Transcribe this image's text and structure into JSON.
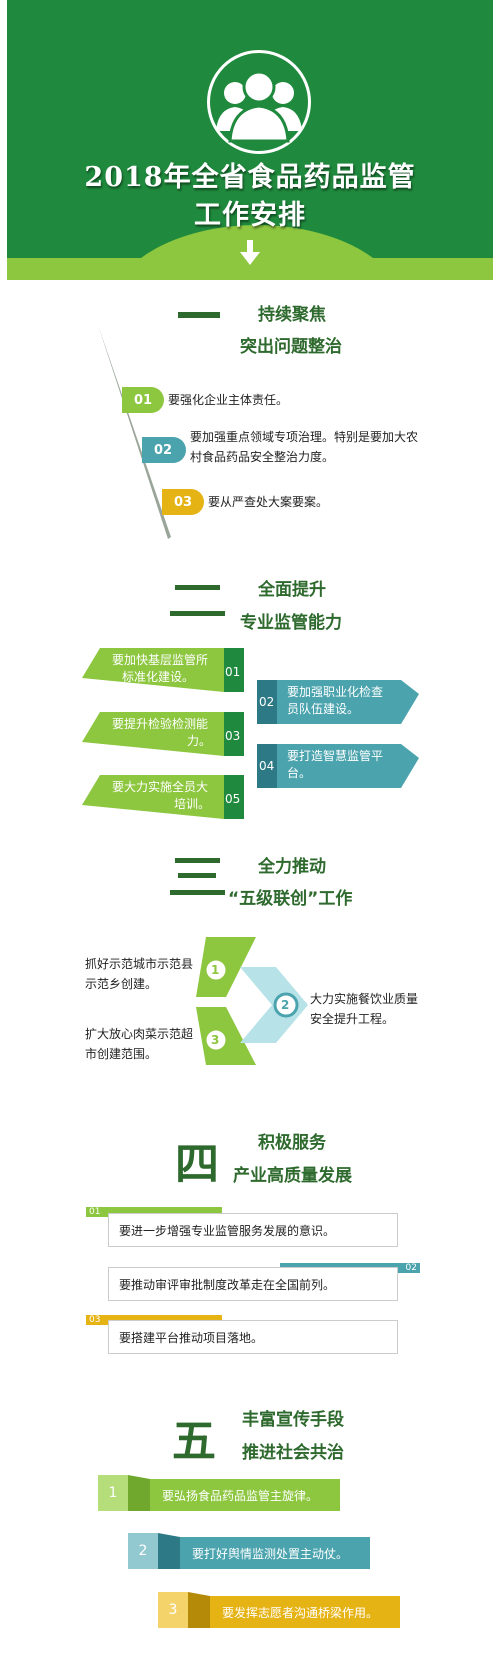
{
  "header": {
    "title_line1": "2018年全省食品药品监管",
    "title_line2": "工作安排"
  },
  "sec1": {
    "num": "一",
    "title1": "持续聚焦",
    "title2": "突出问题整治",
    "items": [
      {
        "no": "01",
        "text": "要强化企业主体责任。"
      },
      {
        "no": "02",
        "text1": "要加强重点领域专项治理。特别是要加大农",
        "text2": "村食品药品安全整治力度。"
      },
      {
        "no": "03",
        "text": "要从严查处大案要案。"
      }
    ]
  },
  "sec2": {
    "num": "二",
    "title1": "全面提升",
    "title2": "专业监管能力",
    "left": [
      {
        "no": "01",
        "text1": "要加快基层监管所",
        "text2": "标准化建设。"
      },
      {
        "no": "03",
        "text1": "要提升检验检测能",
        "text2": "力。"
      },
      {
        "no": "05",
        "text1": "要大力实施全员大",
        "text2": "培训。"
      }
    ],
    "right": [
      {
        "no": "02",
        "text1": "要加强职业化检查",
        "text2": "员队伍建设。"
      },
      {
        "no": "04",
        "text1": "要打造智慧监管平",
        "text2": "台。"
      }
    ]
  },
  "sec3": {
    "num": "三",
    "title1": "全力推动",
    "title2": "“五级联创”工作",
    "items": [
      {
        "no": "1",
        "text1": "抓好示范城市示范县",
        "text2": "示范乡创建。"
      },
      {
        "no": "2",
        "text1": "大力实施餐饮业质量",
        "text2": "安全提升工程。"
      },
      {
        "no": "3",
        "text1": "扩大放心肉菜示范超",
        "text2": "市创建范围。"
      }
    ]
  },
  "sec4": {
    "num": "四",
    "title1": "积极服务",
    "title2": "产业高质量发展",
    "items": [
      {
        "no": "01",
        "text": "要进一步增强专业监管服务发展的意识。"
      },
      {
        "no": "02",
        "text": "要推动审评审批制度改革走在全国前列。"
      },
      {
        "no": "03",
        "text": "要搭建平台推动项目落地。"
      }
    ]
  },
  "sec5": {
    "num": "五",
    "title1": "丰富宣传手段",
    "title2": "推进社会共治",
    "items": [
      {
        "no": "1",
        "text": "要弘扬食品药品监管主旋律。"
      },
      {
        "no": "2",
        "text": "要打好舆情监测处置主动仗。"
      },
      {
        "no": "3",
        "text": "要发挥志愿者沟通桥梁作用。"
      }
    ]
  },
  "colors": {
    "dark_green": "#1f8a3d",
    "light_green": "#8dc63f",
    "teal": "#4aa3ad",
    "gold": "#e6b315",
    "text_green": "#2e6a2e"
  }
}
